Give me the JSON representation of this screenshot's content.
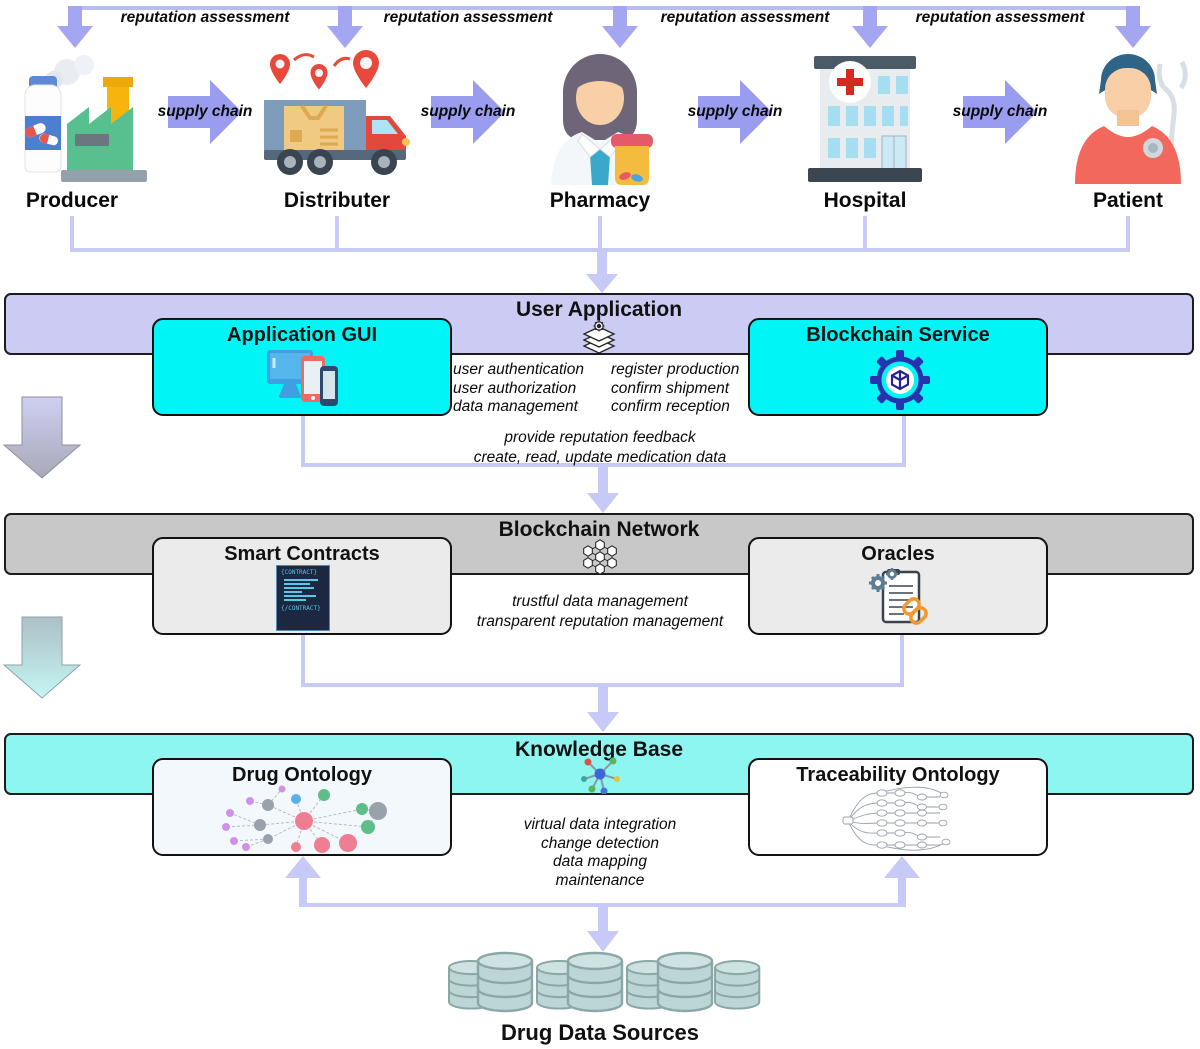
{
  "flow": {
    "reputation_label": "reputation assessment",
    "supply_label": "supply chain"
  },
  "actors": [
    {
      "name": "Producer",
      "icon": "factory-icon"
    },
    {
      "name": "Distributer",
      "icon": "truck-icon"
    },
    {
      "name": "Pharmacy",
      "icon": "pharmacist-icon"
    },
    {
      "name": "Hospital",
      "icon": "hospital-icon"
    },
    {
      "name": "Patient",
      "icon": "patient-icon"
    }
  ],
  "user_application": {
    "title": "User Application",
    "gui_box": {
      "title": "Application GUI",
      "icon": "devices-icon"
    },
    "service_box": {
      "title": "Blockchain Service",
      "icon": "gear-cube-icon"
    },
    "gui_functions": [
      "user authentication",
      "user authorization",
      "data management"
    ],
    "service_functions": [
      "register production",
      "confirm shipment",
      "confirm reception"
    ],
    "shared_functions": [
      "provide reputation feedback",
      "create, read, update medication data"
    ]
  },
  "blockchain_network": {
    "title": "Blockchain Network",
    "contracts_box": {
      "title": "Smart Contracts",
      "icon_open": "{CONTRACT}",
      "icon_close": "{/CONTRACT}"
    },
    "oracles_box": {
      "title": "Oracles",
      "icon": "oracle-document-icon"
    },
    "functions": [
      "trustful data management",
      "transparent reputation management"
    ]
  },
  "knowledge_base": {
    "title": "Knowledge Base",
    "drug_box": {
      "title": "Drug Ontology",
      "icon": "drug-graph-icon"
    },
    "trace_box": {
      "title": "Traceability Ontology",
      "icon": "traceability-graph-icon"
    },
    "functions": [
      "virtual data integration",
      "change detection",
      "data mapping",
      "maintenance"
    ]
  },
  "data_sources": {
    "label": "Drug Data Sources"
  },
  "colors": {
    "user_application_band": "#cbcbf3",
    "blockchain_band": "#c8c8c8",
    "knowledge_band": "#8ef6f0",
    "cyan_box": "#00f6f6",
    "gray_box": "#ebebeb",
    "connector": "#c7caf6",
    "supply_arrow": "#9a9def",
    "reputation_arrow": "#a4a6f2"
  }
}
